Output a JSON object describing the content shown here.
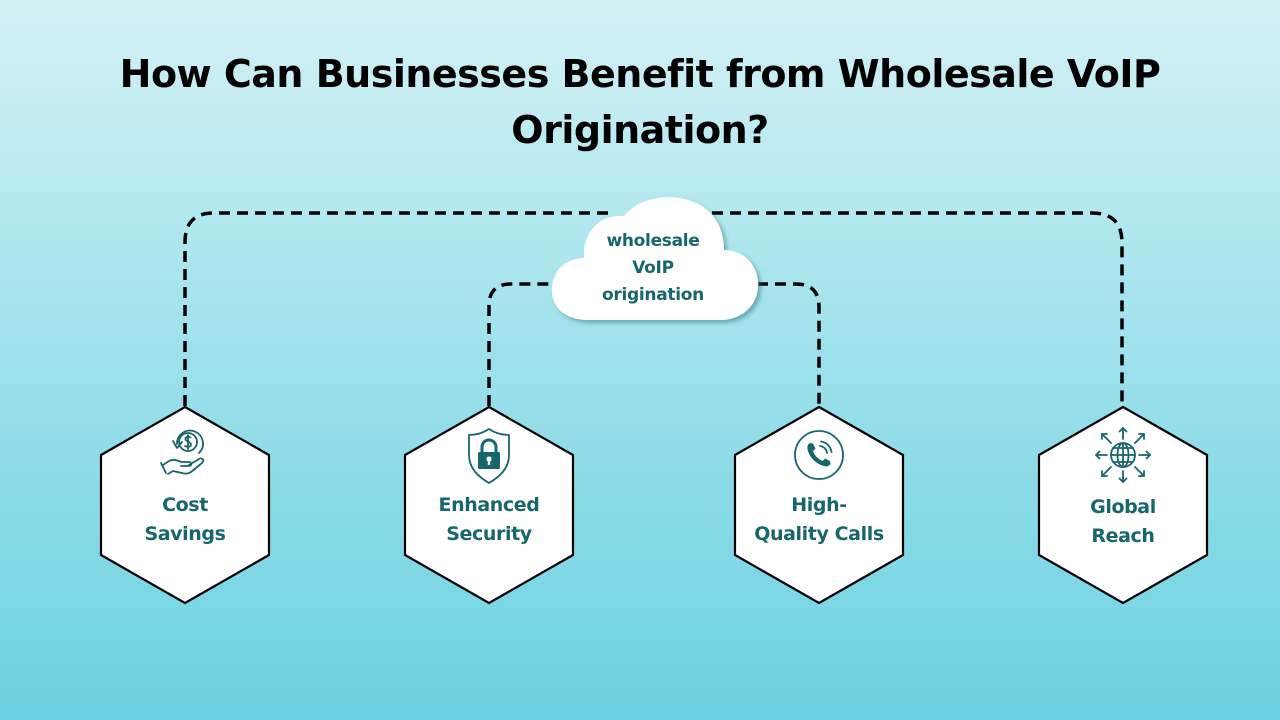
{
  "title": {
    "line1": "How Can Businesses Benefit from Wholesale VoIP",
    "line2": "Origination?"
  },
  "center": {
    "shape": "cloud",
    "line1": "wholesale",
    "line2": "VoIP",
    "line3": "origination"
  },
  "benefits": [
    {
      "icon": "money-back-hand-icon",
      "line1": "Cost",
      "line2": "Savings"
    },
    {
      "icon": "shield-lock-icon",
      "line1": "Enhanced",
      "line2": "Security"
    },
    {
      "icon": "phone-call-icon",
      "line1": "High-",
      "line2": "Quality Calls"
    },
    {
      "icon": "globe-arrows-icon",
      "line1": "Global",
      "line2": "Reach"
    }
  ],
  "colors": {
    "accent_teal": "#17666c",
    "hex_fill": "#ffffff",
    "hex_stroke": "#000000",
    "connector": "#000000",
    "bg_top": "#d3f1f5",
    "bg_bottom": "#6bd1e2"
  }
}
